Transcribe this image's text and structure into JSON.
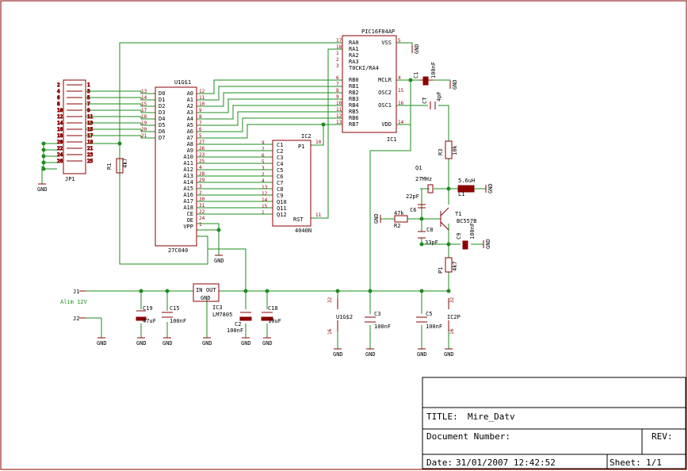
{
  "title_block": {
    "title_label": "TITLE:",
    "title_value": "Mire_Datv",
    "doc_label": "Document Number:",
    "rev_label": "REV:",
    "date_label": "Date:",
    "date_value": "31/01/2007 12:42:52",
    "sheet_label": "Sheet:",
    "sheet_value": "1/1"
  },
  "components": {
    "jp1": {
      "name": "JP1",
      "left_pins": [
        "2",
        "4",
        "6",
        "8",
        "10",
        "12",
        "14",
        "16",
        "18",
        "20",
        "22",
        "24",
        "26"
      ],
      "right_pins": [
        "1",
        "3",
        "5",
        "7",
        "9",
        "11",
        "13",
        "15",
        "17",
        "19",
        "21",
        "23",
        "25"
      ]
    },
    "u1": {
      "name": "U1G$1",
      "part": "27C040",
      "left_pins": [
        "D0",
        "D1",
        "D2",
        "D3",
        "D4",
        "D5",
        "D6",
        "D7"
      ],
      "left_nums": [
        "13",
        "14",
        "15",
        "17",
        "18",
        "19",
        "20",
        "21"
      ],
      "right_pins": [
        "A0",
        "A1",
        "A2",
        "A3",
        "A4",
        "A5",
        "A6",
        "A7",
        "A8",
        "A9",
        "A10",
        "A11",
        "A12",
        "A13",
        "A14",
        "A15",
        "A16",
        "A17",
        "A18",
        "CE",
        "OE",
        "VPP"
      ],
      "right_nums": [
        "12",
        "11",
        "10",
        "9",
        "8",
        "7",
        "6",
        "5",
        "27",
        "26",
        "23",
        "25",
        "4",
        "28",
        "29",
        "3",
        "2",
        "30",
        "31",
        "22",
        "24",
        "1"
      ]
    },
    "ic2": {
      "name": "IC2",
      "part": "4040N",
      "pins": [
        "C1",
        "C2",
        "C3",
        "C4",
        "C5",
        "C6",
        "C7",
        "C8",
        "C9",
        "Q10",
        "Q11",
        "Q12"
      ],
      "nums": [
        "9",
        "7",
        "6",
        "5",
        "3",
        "2",
        "4",
        "13",
        "12",
        "14",
        "15",
        "1"
      ],
      "p1": "P1",
      "rst": "RST",
      "p1_num": "10",
      "rst_num": "11"
    },
    "ic1": {
      "name": "IC1",
      "part": "PIC16F84AP",
      "left_pins": [
        "RA0",
        "RA1",
        "RA2",
        "RA3",
        "T0CKI/RA4"
      ],
      "left_nums": [
        "17",
        "18",
        "1",
        "2",
        "3"
      ],
      "rb_pins": [
        "RB0",
        "RB1",
        "RB2",
        "RB3",
        "RB4",
        "RB5",
        "RB6",
        "RB7"
      ],
      "rb_nums": [
        "6",
        "7",
        "8",
        "9",
        "10",
        "11",
        "12",
        "13"
      ],
      "right_pins": [
        "VSS",
        "MCLR",
        "OSC2",
        "OSC1",
        "VDD"
      ],
      "right_nums": [
        "5",
        "4",
        "15",
        "16",
        "14"
      ]
    },
    "ic3": {
      "name": "IC3",
      "part": "LM7805",
      "in": "IN",
      "out": "OUT",
      "gnd": "GND"
    },
    "u1g2": "U1G$2",
    "ic2p": "IC2P",
    "gnd": "GND",
    "c1": {
      "name": "C1",
      "value": "100nF"
    },
    "ct": {
      "name": "CT",
      "value": "4pF"
    },
    "r3": {
      "name": "R3",
      "value": "10k"
    },
    "q1": {
      "name": "Q1",
      "value": "27MHz"
    },
    "l1": {
      "name": "L1",
      "value": "5.6uH"
    },
    "c6": {
      "name": "C6",
      "value": "22pF"
    },
    "r2": {
      "name": "R2",
      "value": "47k"
    },
    "t1": {
      "name": "T1",
      "value": "BC557B"
    },
    "c8": {
      "name": "C8",
      "value": "33pF"
    },
    "c9": {
      "name": "C9",
      "value": "100nF"
    },
    "p1": {
      "name": "P1",
      "value": "4k7"
    },
    "r1": {
      "name": "R1",
      "value": "4k7"
    },
    "j1": "J1",
    "j2": "J2",
    "alim": "Alim 12V",
    "c19": {
      "name": "C19",
      "value": "47uF"
    },
    "c15": {
      "name": "C15",
      "value": "100nF"
    },
    "c2": {
      "name": "C2",
      "value": "100nF"
    },
    "c18": {
      "name": "C18",
      "value": "10uF"
    },
    "c3": {
      "name": "C3",
      "value": "100nF"
    },
    "c5": {
      "name": "C5",
      "value": "100nF"
    },
    "pwr_pin_top": "32",
    "pwr_pin_bot": "16"
  }
}
